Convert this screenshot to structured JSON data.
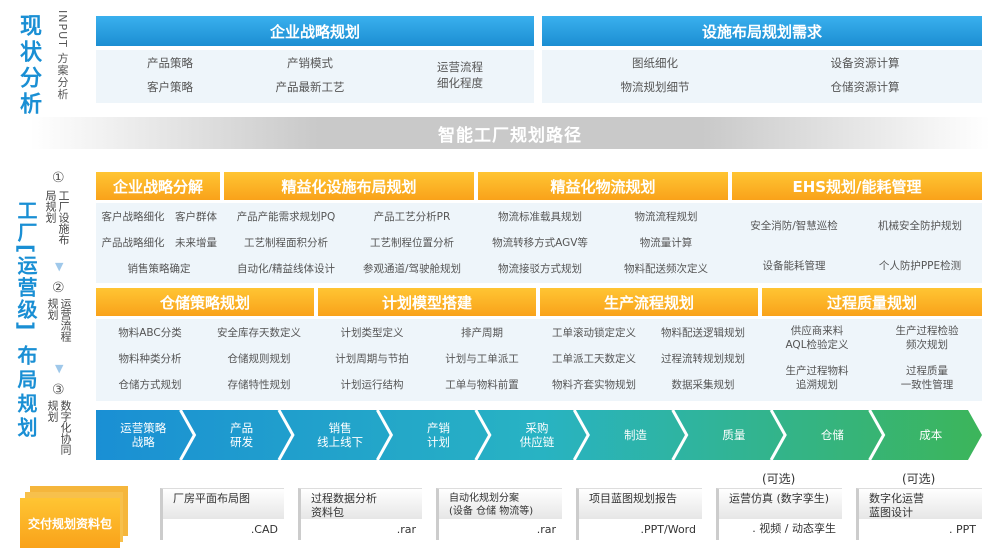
{
  "left_labels": {
    "current_analysis": "现状分析",
    "input_analysis": "INPUT 方案分析",
    "factory_level": "工厂[运营级]",
    "layout_plan": "布局规划",
    "step1_num": "①",
    "step1_text": "工厂设施布局规划",
    "step2_num": "②",
    "step2_text": "运营流程规划",
    "step3_num": "③",
    "step3_text": "数字化协同规划",
    "arrow": "▼"
  },
  "top": {
    "left_title": "企业战略规划",
    "right_title": "设施布局规划需求",
    "left_items": [
      "产品策略",
      "产销模式",
      "客户策略",
      "产品最新工艺"
    ],
    "left_merged": "运营流程\n细化程度",
    "right_items": [
      "图纸细化",
      "设备资源计算",
      "物流规划细节",
      "仓储资源计算"
    ]
  },
  "roadmap_title": "智能工厂规划路径",
  "orange_row": {
    "headers": [
      "企业战略分解",
      "精益化设施布局规划",
      "精益化物流规划",
      "EHS规划/能耗管理"
    ],
    "strategy": [
      "客户战略细化",
      "客户群体",
      "产品战略细化",
      "未来增量",
      "销售策略确定"
    ],
    "layout": [
      "产品产能需求规划PQ",
      "产品工艺分析PR",
      "工艺制程面积分析",
      "工艺制程位置分析",
      "自动化/精益线体设计",
      "参观通道/驾驶舱规划"
    ],
    "logistics": [
      "物流标准载具规划",
      "物流流程规划",
      "物流转移方式AGV等",
      "物流量计算",
      "物流接驳方式规划",
      "物料配送频次定义"
    ],
    "ehs": [
      "安全消防/智慧巡检",
      "机械安全防护规划",
      "设备能耗管理",
      "个人防护PPE检测"
    ]
  },
  "blue_row": {
    "headers": [
      "仓储策略规划",
      "计划模型搭建",
      "生产流程规划",
      "过程质量规划"
    ],
    "warehouse": [
      "物料ABC分类",
      "安全库存天数定义",
      "物料种类分析",
      "仓储规则规划",
      "仓储方式规划",
      "存储特性规划"
    ],
    "planning": [
      "计划类型定义",
      "排产周期",
      "计划周期与节拍",
      "计划与工单派工",
      "计划运行结构",
      "工单与物料前置"
    ],
    "production": [
      "工单滚动锁定定义",
      "物料配送逻辑规划",
      "工单派工天数定义",
      "过程流转规划规划",
      "物料齐套实物规划",
      "数据采集规划"
    ],
    "quality": [
      "供应商来料\nAQL检验定义",
      "生产过程检验\n频次规划",
      "生产过程物料\n追溯规划",
      "过程质量\n一致性管理"
    ]
  },
  "chevrons": [
    "运营策略\n战略",
    "产品\n研发",
    "销售\n线上线下",
    "产销\n计划",
    "采购\n供应链",
    "制造",
    "质量",
    "仓储",
    "成本"
  ],
  "optional_label": "(可选)",
  "deliverables": {
    "label": "交付规划资料包",
    "items": [
      {
        "title": "厂房平面布局图",
        "ext": ".CAD"
      },
      {
        "title": "过程数据分析\n资料包",
        "ext": ".rar"
      },
      {
        "title": "自动化规划分案\n(设备 仓储  物流等)",
        "ext": ".rar"
      },
      {
        "title": "项目蓝图规划报告",
        "ext": ".PPT/Word"
      },
      {
        "title": "运营仿真 (数字孪生)",
        "ext": ". 视频 / 动态孪生"
      },
      {
        "title": "数字化运营\n蓝图设计",
        "ext": ". PPT"
      }
    ]
  },
  "colors": {
    "blue": "#1a8fd4",
    "orange": "#f9a21a",
    "grey": "#c9c9c9",
    "chevron_start": "#1a8fd4",
    "chevron_end": "#3cb55a"
  }
}
